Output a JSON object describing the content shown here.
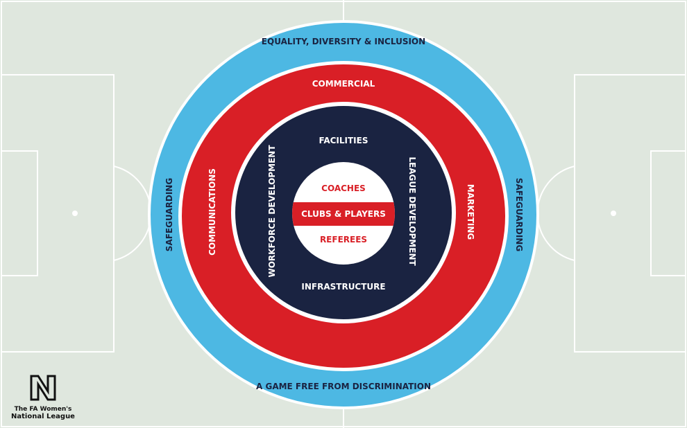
{
  "colors": {
    "blue": "#4db8e3",
    "red": "#d91f26",
    "navy": "#1a2341",
    "pitch": "#dfe7de"
  },
  "outer_ring": {
    "top": "EQUALITY, DIVERSITY & INCLUSION",
    "bottom": "A GAME FREE FROM DISCRIMINATION",
    "left": "SAFEGUARDING",
    "right": "SAFEGUARDING"
  },
  "middle_ring": {
    "top": "COMMERCIAL",
    "left": "COMMUNICATIONS",
    "right": "MARKETING"
  },
  "inner_ring": {
    "top": "FACILITIES",
    "bottom": "INFRASTRUCTURE",
    "left": "WORKFORCE DEVELOPMENT",
    "right": "LEAGUE DEVELOPMENT"
  },
  "core": {
    "top": "COACHES",
    "middle": "CLUBS & PLAYERS",
    "bottom": "REFEREES"
  },
  "logo": {
    "line1": "The FA Women's",
    "line2": "National League"
  }
}
